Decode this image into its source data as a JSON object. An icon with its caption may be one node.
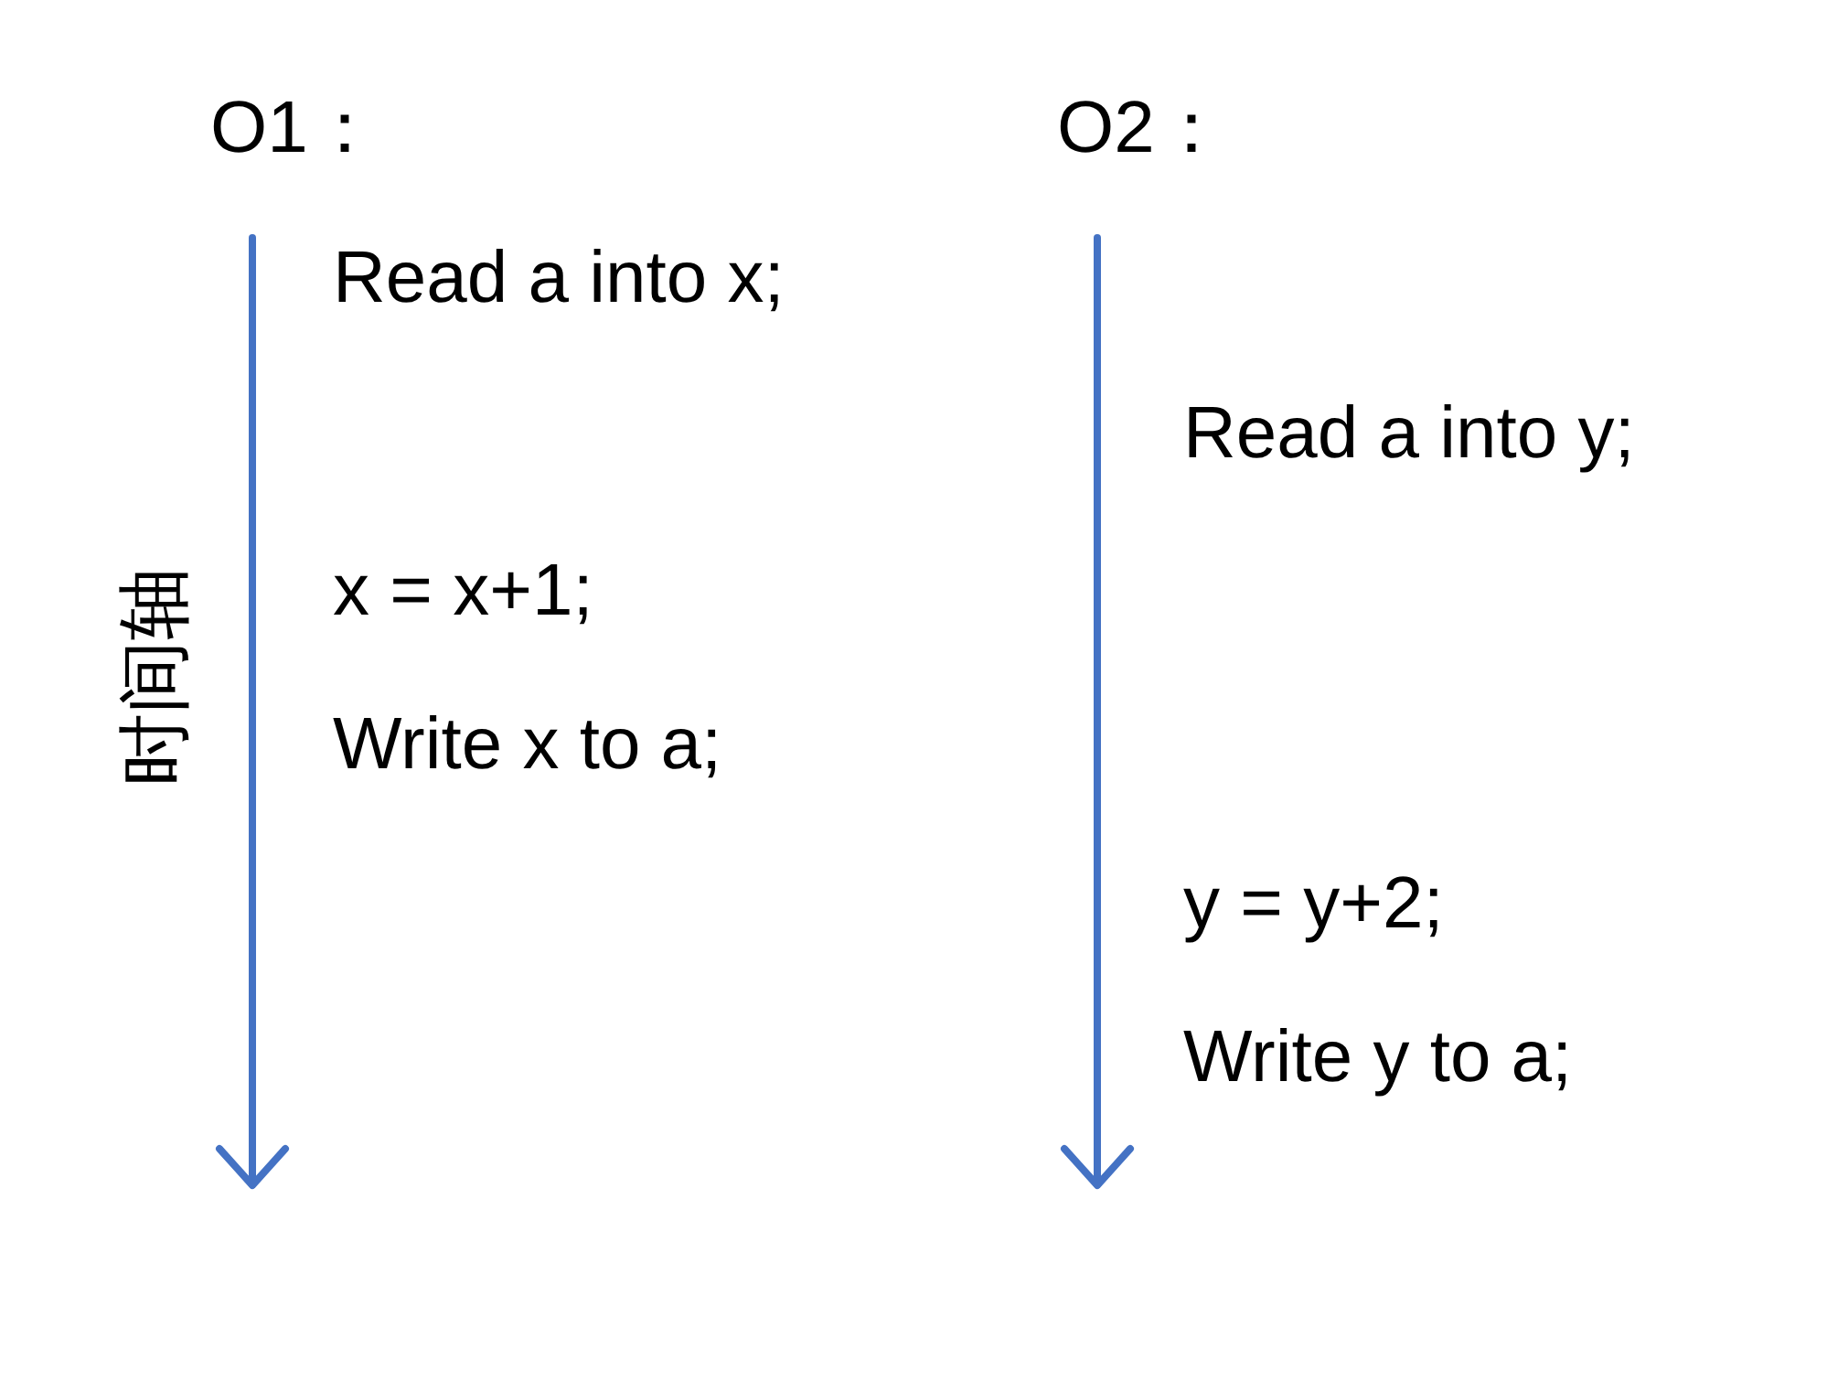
{
  "diagram": {
    "labels": [
      "O1：",
      "O2：",
      "Read a into x;",
      "Read a into y;",
      "时间轴",
      "x = x+1;",
      "Write x to a;",
      "y = y+2;",
      "Write y to a;"
    ]
  }
}
